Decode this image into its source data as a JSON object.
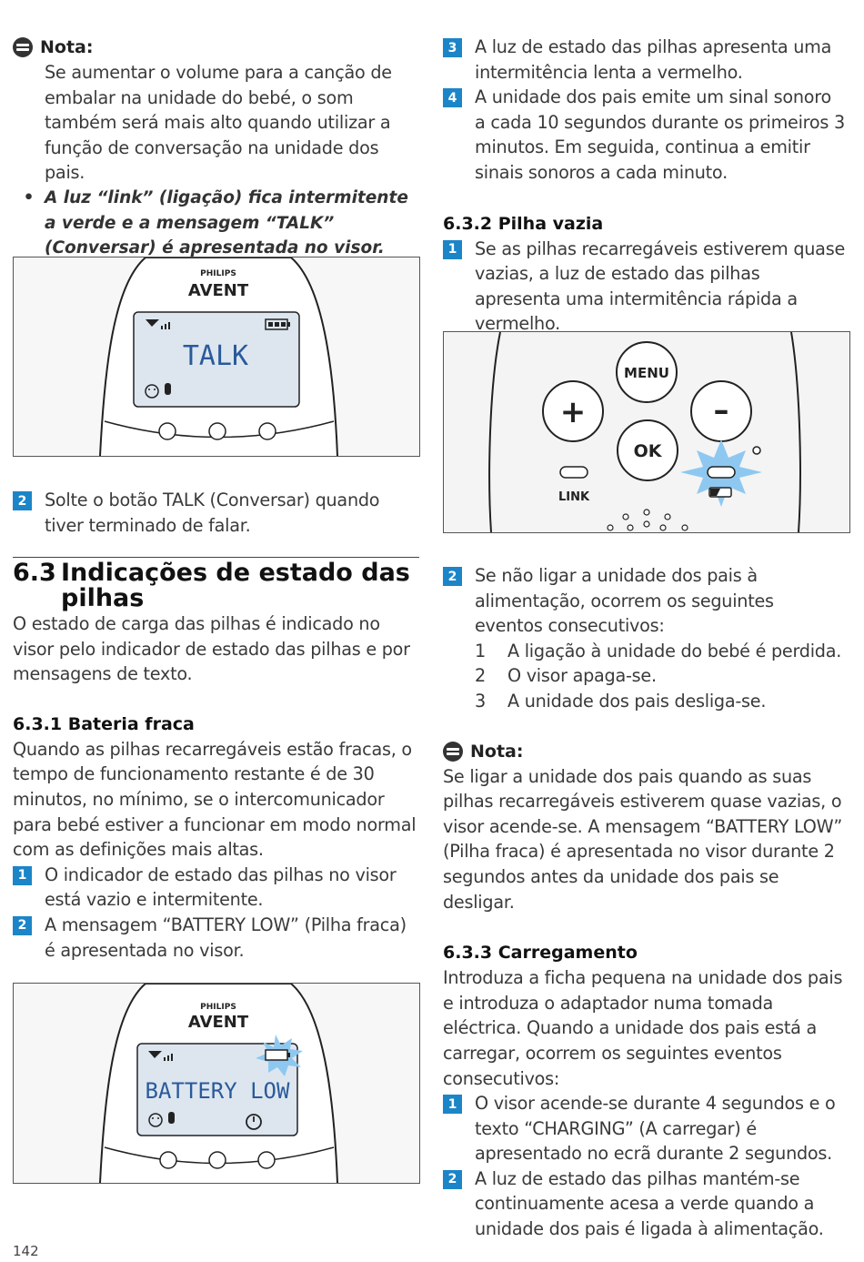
{
  "page_number": "142",
  "left": {
    "note1_title": "Nota:",
    "note1_text": "Se aumentar o volume para a canção de embalar na unidade do bebé, o som também será mais alto quando utilizar a função de conversação na unidade dos pais.",
    "bullet": "A luz “link” (ligação) fica intermitente a verde e a mensagem “TALK” (Conversar) é apresentada no visor.",
    "fig1": {
      "brand_small": "PHILIPS",
      "brand": "AVENT",
      "display": "TALK"
    },
    "step2_num": "2",
    "step2": "Solte o botão TALK (Conversar) quando tiver terminado de falar.",
    "section_num": "6.3",
    "section_title": "Indicações de estado das pilhas",
    "section_text": "O estado de carga das pilhas é indicado no visor pelo indicador de estado das pilhas e por mensagens de texto.",
    "sub1_title": "6.3.1 Bateria fraca",
    "sub1_text": "Quando as pilhas recarregáveis estão fracas, o tempo de funcionamento restante é de 30 minutos, no mínimo, se o intercomunicador para bebé estiver a funcionar em modo normal com as definições mais altas.",
    "sub1_steps": [
      {
        "n": "1",
        "t": "O indicador de estado das pilhas no visor está vazio e intermitente."
      },
      {
        "n": "2",
        "t": "A mensagem “BATTERY LOW” (Pilha fraca) é apresentada no visor."
      }
    ],
    "fig2": {
      "brand_small": "PHILIPS",
      "brand": "AVENT",
      "display": "BATTERY LOW"
    }
  },
  "right": {
    "steps_top": [
      {
        "n": "3",
        "t": "A luz de estado das pilhas apresenta uma intermitência lenta a vermelho."
      },
      {
        "n": "4",
        "t": "A unidade dos pais emite um sinal sonoro a cada 10 segundos durante os primeiros 3 minutos. Em seguida, continua a emitir sinais sonoros a cada minuto."
      }
    ],
    "sub2_title": "6.3.2 Pilha vazia",
    "sub2_step": {
      "n": "1",
      "t": "Se as pilhas recarregáveis estiverem quase vazias, a luz de estado das pilhas apresenta uma intermitência rápida a vermelho."
    },
    "fig3": {
      "menu": "MENU",
      "plus": "+",
      "minus": "–",
      "ok": "OK",
      "link": "LINK"
    },
    "step2": {
      "n": "2",
      "t": "Se não ligar a unidade dos pais à alimentação, ocorrem os seguintes eventos consecutivos:"
    },
    "events": [
      {
        "n": "1",
        "t": "A ligação à unidade do bebé é perdida."
      },
      {
        "n": "2",
        "t": "O visor apaga-se."
      },
      {
        "n": "3",
        "t": "A unidade dos pais desliga-se."
      }
    ],
    "note2_title": "Nota:",
    "note2_text": "Se ligar a unidade dos pais quando as suas pilhas recarregáveis estiverem quase vazias, o visor acende-se. A mensagem “BATTERY LOW” (Pilha fraca) é apresentada no visor durante 2 segundos antes da unidade dos pais se desligar.",
    "sub3_title": "6.3.3 Carregamento",
    "sub3_text": "Introduza a ficha pequena na unidade dos pais e introduza o adaptador numa tomada eléctrica. Quando a unidade dos pais está a carregar, ocorrem os seguintes eventos consecutivos:",
    "sub3_steps": [
      {
        "n": "1",
        "t": "O visor acende-se durante 4 segundos e o texto “CHARGING” (A carregar) é apresentado no ecrã durante 2 segundos."
      },
      {
        "n": "2",
        "t": "A luz de estado das pilhas mantém-se continuamente acesa a verde quando a unidade dos pais é ligada à alimentação."
      }
    ]
  }
}
